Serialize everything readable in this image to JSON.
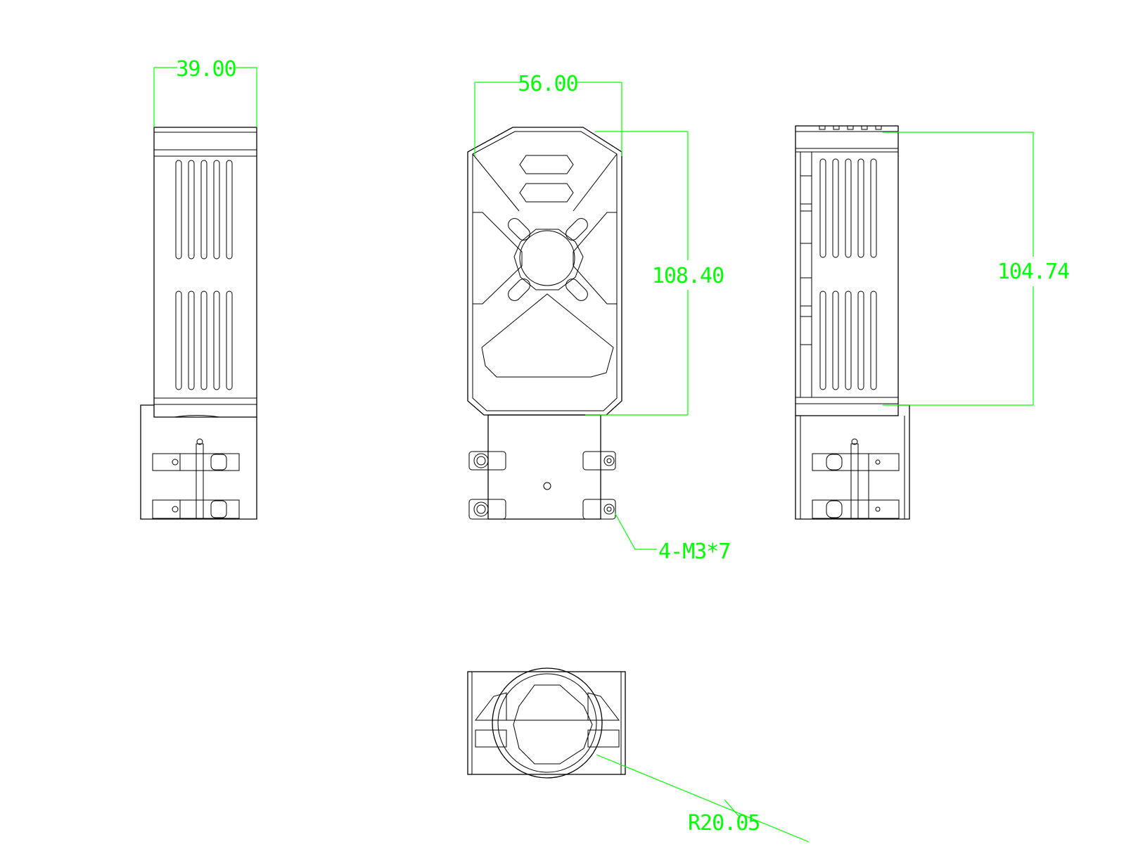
{
  "colors": {
    "background": "#ffffff",
    "part_lines": "#000000",
    "dimension_lines": "#00ff00"
  },
  "dimensions": {
    "width_side_left": "39.00",
    "width_front": "56.00",
    "height_front": "108.40",
    "height_side_right": "104.74",
    "mounting_screws": "4-M3*7",
    "clamp_radius": "R20.05"
  }
}
